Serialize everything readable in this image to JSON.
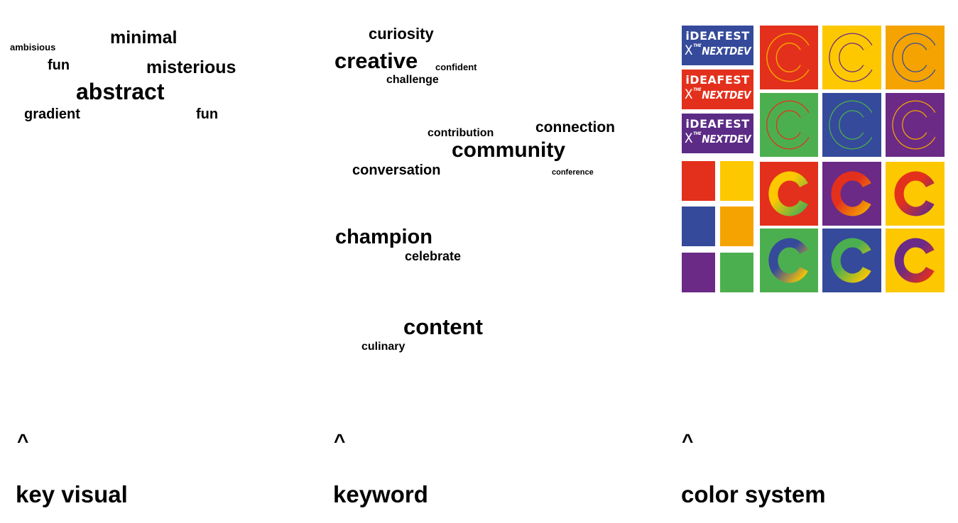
{
  "key_visual": {
    "words": [
      "ambisious",
      "minimal",
      "fun",
      "misterious",
      "abstract",
      "gradient",
      "fun"
    ],
    "caret": "^",
    "label": "key visual"
  },
  "keyword": {
    "words": [
      "curiosity",
      "creative",
      "confident",
      "challenge",
      "contribution",
      "connection",
      "community",
      "conversation",
      "conference",
      "champion",
      "celebrate",
      "content",
      "culinary"
    ],
    "caret": "^",
    "label": "keyword"
  },
  "color_system": {
    "logo": {
      "prefix": "i",
      "main": "DEAFEST",
      "x": "X",
      "the": "THE",
      "sub": "NEXTDEV",
      "dot_color": "#e8b21f"
    },
    "logo_backgrounds": [
      "#354a9a",
      "#e3301c",
      "#5c2b86"
    ],
    "swatches": [
      "#e3301c",
      "#fdc800",
      "#354a9a",
      "#f5a300",
      "#6a2a86",
      "#4caf4f"
    ],
    "palette": {
      "red": "#e3301c",
      "yellow": "#fdc800",
      "orange": "#f5a300",
      "green": "#4caf4f",
      "blue": "#354a9a",
      "purple": "#6a2a86"
    },
    "caret": "^",
    "label": "color system"
  }
}
